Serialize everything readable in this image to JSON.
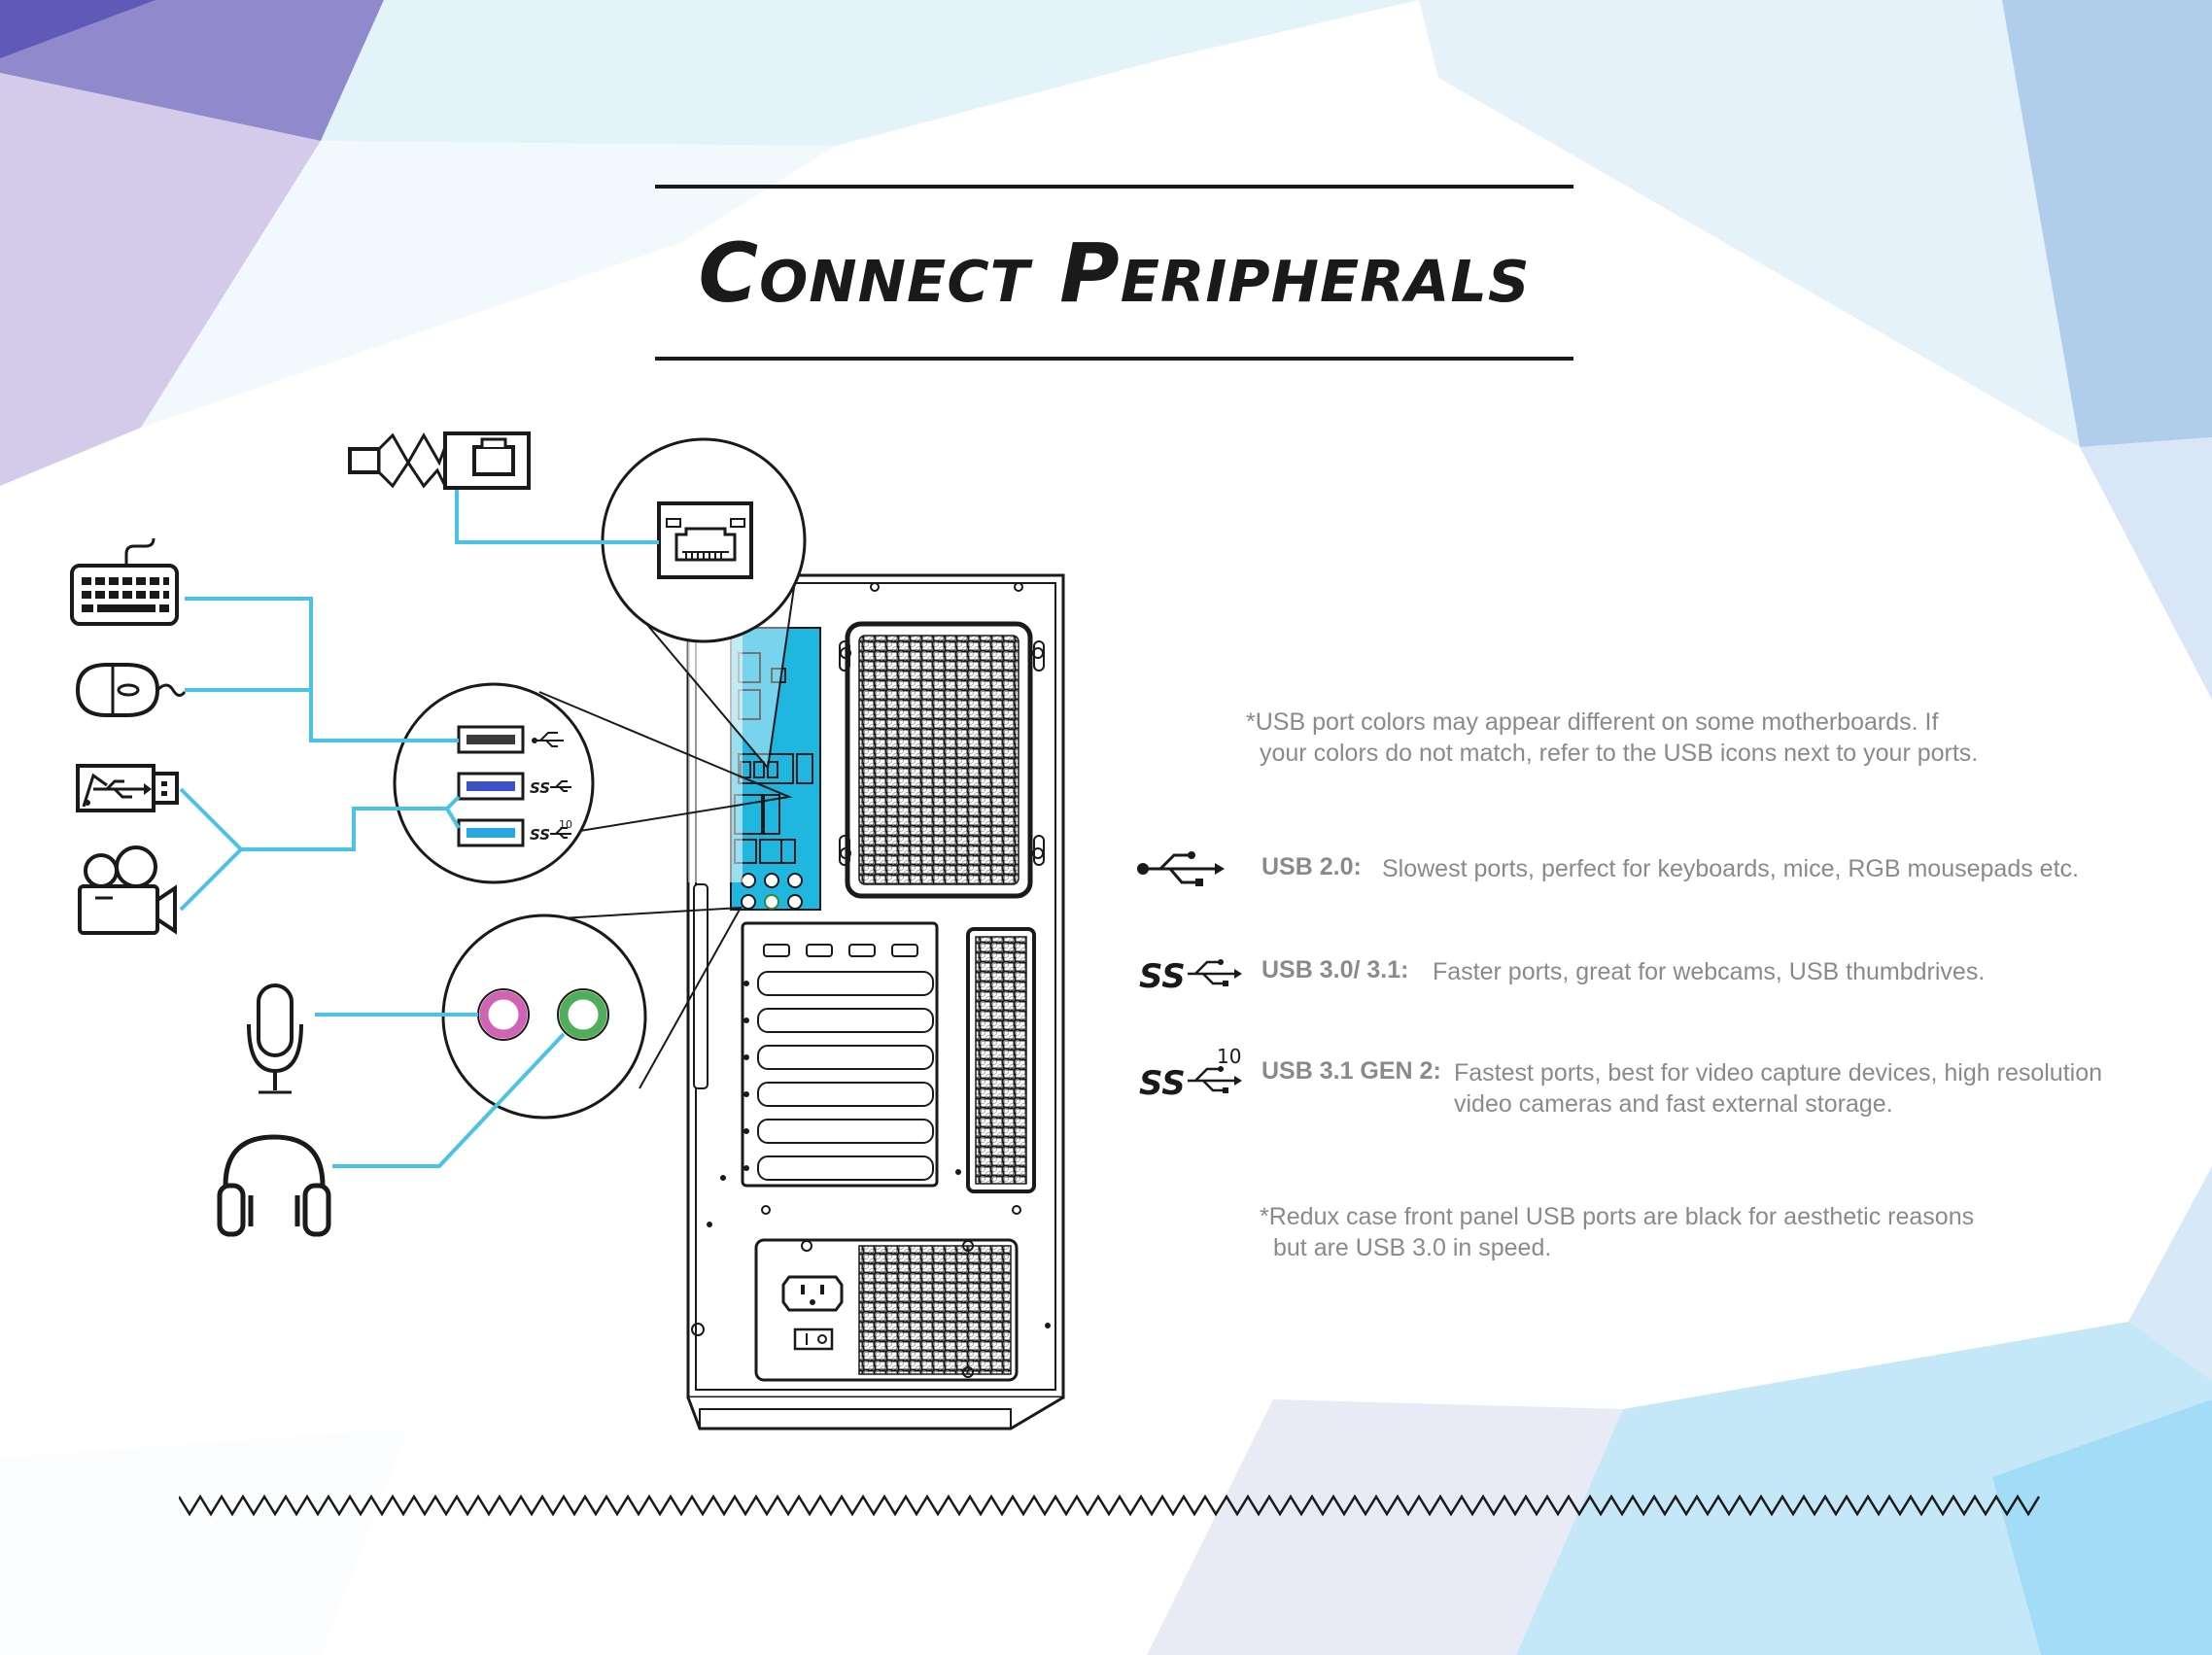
{
  "page": {
    "title": "Connect Peripherals"
  },
  "colors": {
    "cable": "#4cc2e6",
    "motherboard": "#1fb6e0",
    "line": "#1a1a1a",
    "text_gray": "#8a8a8a",
    "audio_pink": "#d163b5",
    "audio_green": "#4fae5a"
  },
  "notes": {
    "usb_color": {
      "line1": "*USB port colors may appear different on some motherboards. If",
      "line2": "your colors do not match, refer to the USB icons next to your ports."
    },
    "redux": {
      "line1": "*Redux case front panel USB ports are black for aesthetic reasons",
      "line2": "but are USB 3.0 in speed."
    }
  },
  "legend": [
    {
      "icon": "usb-trident-icon",
      "label": "USB 2.0:",
      "description": [
        "Slowest ports, perfect for keyboards, mice, RGB mousepads etc."
      ]
    },
    {
      "icon": "usb-superspeed-icon",
      "label": "USB 3.0/ 3.1:",
      "description": [
        "Faster ports, great for webcams, USB thumbdrives."
      ]
    },
    {
      "icon": "usb-superspeed-10-icon",
      "icon_text": "SS",
      "icon_badge": "10",
      "label": "USB 3.1 GEN 2:",
      "description": [
        "Fastest ports, best for video capture devices, high resolution",
        "video cameras and fast external storage."
      ]
    }
  ],
  "icons": {
    "peripherals": [
      "ethernet-cable-icon",
      "keyboard-icon",
      "mouse-icon",
      "usb-drive-icon",
      "video-camera-icon",
      "microphone-icon",
      "headphones-icon"
    ],
    "ss_text": "SS",
    "badge_10": "10"
  }
}
